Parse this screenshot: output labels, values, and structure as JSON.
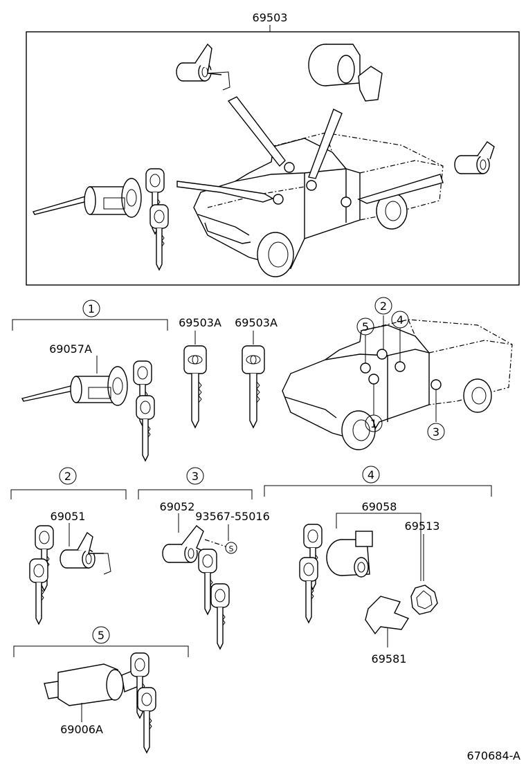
{
  "overview_part": "69503",
  "groups": [
    {
      "id": "1",
      "parts": [
        "69057A"
      ]
    },
    {
      "id": "2",
      "parts": [
        "69051"
      ]
    },
    {
      "id": "3",
      "parts": [
        "69052",
        "93567-55016",
        "S"
      ]
    },
    {
      "id": "4",
      "parts": [
        "69058",
        "69513",
        "69581"
      ]
    },
    {
      "id": "5",
      "parts": [
        "69006A"
      ]
    }
  ],
  "keys": [
    "69503A",
    "69503A"
  ],
  "location_markers": [
    "1",
    "2",
    "3",
    "4",
    "5"
  ],
  "drawing_code": "670684-A"
}
